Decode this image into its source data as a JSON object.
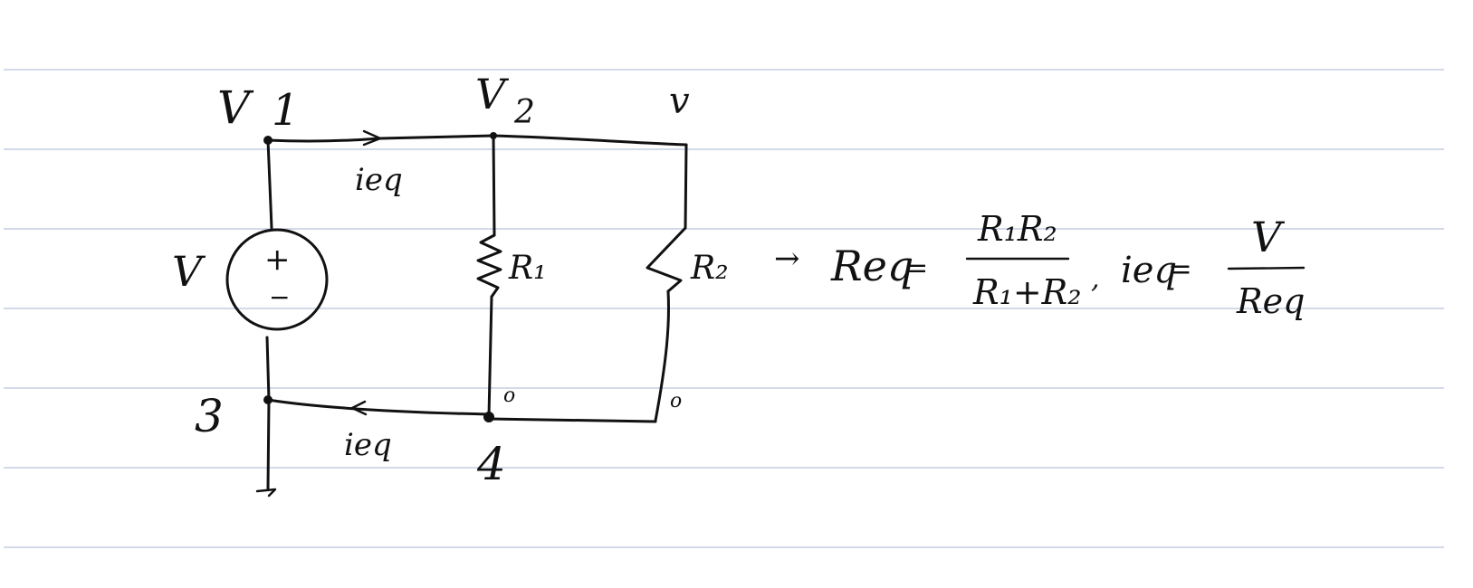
{
  "colors": {
    "ink": "#111111",
    "rule": "#b8c4dc",
    "paper": "#ffffff"
  },
  "labels": {
    "v1_name": "V",
    "v1_num": "1",
    "v2_name": "V",
    "v2_num": "2",
    "v_top_right": "v",
    "source_v": "V",
    "source_plus": "+",
    "source_minus": "−",
    "ieq_top": "ieq",
    "ieq_bottom": "ieq",
    "node3": "3",
    "node4": "4",
    "r1": "R₁",
    "r2": "R₂",
    "open_node_a": "o",
    "open_node_b": "o"
  },
  "equation": {
    "arrow": "→",
    "req": "Req",
    "equals1": "=",
    "frac1_num": "R₁R₂",
    "frac1_den": "R₁+R₂",
    "comma": ",",
    "ieq": "ieq",
    "equals2": "=",
    "frac2_num": "V",
    "frac2_den": "Req"
  }
}
